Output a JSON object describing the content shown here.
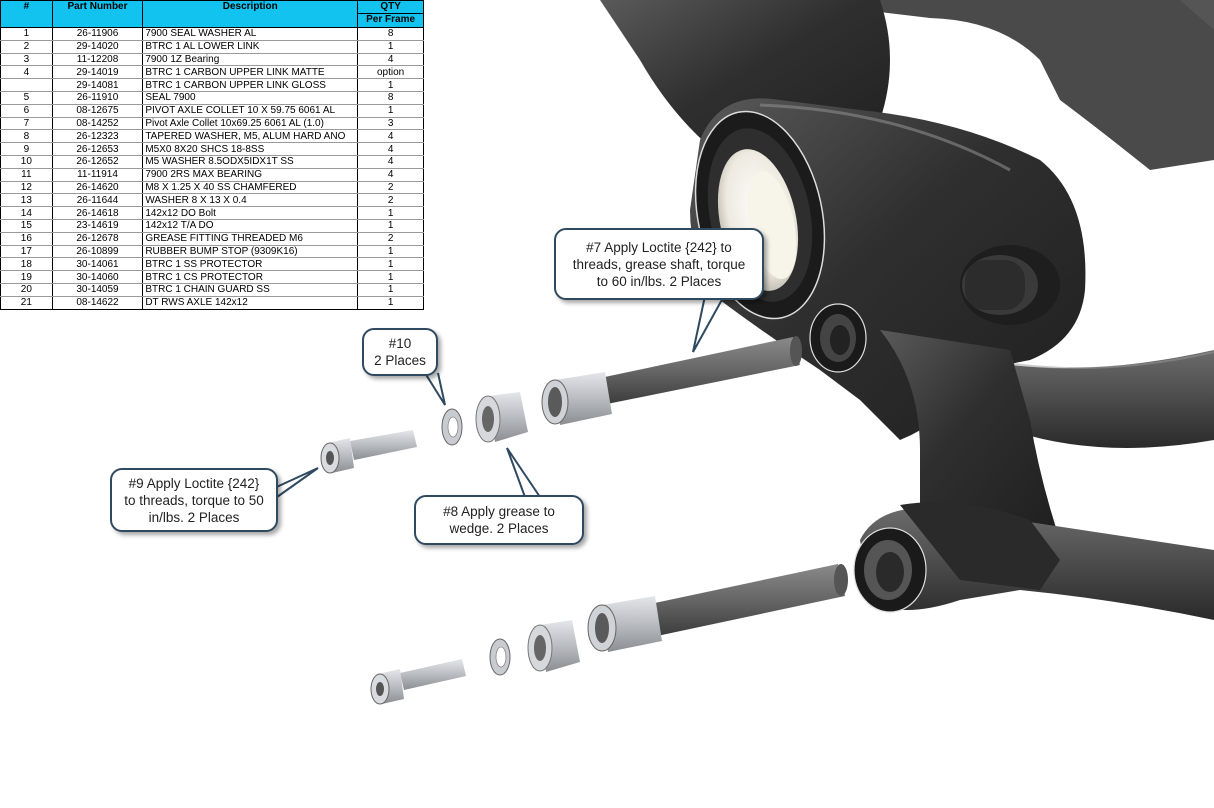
{
  "table": {
    "headers": {
      "num": "#",
      "part": "Part Number",
      "desc": "Description",
      "qty_line1": "QTY",
      "qty_line2": "Per Frame"
    },
    "rows": [
      {
        "num": "1",
        "part": "26-11906",
        "desc": "7900 SEAL WASHER AL",
        "qty": "8"
      },
      {
        "num": "2",
        "part": "29-14020",
        "desc": "BTRC 1 AL LOWER LINK",
        "qty": "1"
      },
      {
        "num": "3",
        "part": "11-12208",
        "desc": "7900 1Z Bearing",
        "qty": "4"
      },
      {
        "num": "4",
        "part": "29-14019",
        "desc": "BTRC 1 CARBON UPPER LINK MATTE",
        "qty": "option"
      },
      {
        "num": "",
        "part": "29-14081",
        "desc": "BTRC 1 CARBON UPPER LINK GLOSS",
        "qty": "1"
      },
      {
        "num": "5",
        "part": "26-11910",
        "desc": "SEAL 7900",
        "qty": "8"
      },
      {
        "num": "6",
        "part": "08-12675",
        "desc": "PIVOT AXLE COLLET 10 X 59.75 6061 AL",
        "qty": "1"
      },
      {
        "num": "7",
        "part": "08-14252",
        "desc": "Pivot Axle Collet 10x69.25 6061 AL (1.0)",
        "qty": "3"
      },
      {
        "num": "8",
        "part": "26-12323",
        "desc": "TAPERED WASHER, M5, ALUM HARD ANO",
        "qty": "4"
      },
      {
        "num": "9",
        "part": "26-12653",
        "desc": "M5X0 8X20 SHCS 18-8SS",
        "qty": "4"
      },
      {
        "num": "10",
        "part": "26-12652",
        "desc": "M5 WASHER 8.5ODX5IDX1T SS",
        "qty": "4"
      },
      {
        "num": "11",
        "part": "11-11914",
        "desc": "7900 2RS MAX BEARING",
        "qty": "4"
      },
      {
        "num": "12",
        "part": "26-14620",
        "desc": "M8 X 1.25 X 40 SS CHAMFERED",
        "qty": "2"
      },
      {
        "num": "13",
        "part": "26-11644",
        "desc": "WASHER 8 X 13 X 0.4",
        "qty": "2"
      },
      {
        "num": "14",
        "part": "26-14618",
        "desc": "142x12 DO Bolt",
        "qty": "1"
      },
      {
        "num": "15",
        "part": "23-14619",
        "desc": "142x12 T/A DO",
        "qty": "1"
      },
      {
        "num": "16",
        "part": "26-12678",
        "desc": "GREASE FITTING THREADED M6",
        "qty": "2"
      },
      {
        "num": "17",
        "part": "26-10899",
        "desc": "RUBBER BUMP STOP (9309K16)",
        "qty": "1"
      },
      {
        "num": "18",
        "part": "30-14061",
        "desc": "BTRC 1 SS PROTECTOR",
        "qty": "1"
      },
      {
        "num": "19",
        "part": "30-14060",
        "desc": "BTRC 1 CS PROTECTOR",
        "qty": "1"
      },
      {
        "num": "20",
        "part": "30-14059",
        "desc": "BTRC 1 CHAIN GUARD SS",
        "qty": "1"
      },
      {
        "num": "21",
        "part": "08-14622",
        "desc": "DT RWS AXLE 142x12",
        "qty": "1"
      }
    ]
  },
  "callouts": {
    "c7": "#7 Apply Loctite {242} to\nthreads, grease shaft, torque\nto 60 in/lbs. 2 Places",
    "c10": "#10\n2 Places",
    "c9": "#9 Apply Loctite {242}\nto threads, torque to 50\nin/lbs. 2 Places",
    "c8": "#8 Apply grease to\nwedge. 2 Places"
  },
  "colors": {
    "table_header": "#12c3ef",
    "frame": "#3b3b3b",
    "callout_border": "#2f4960",
    "metal": "#b9bcc1"
  }
}
